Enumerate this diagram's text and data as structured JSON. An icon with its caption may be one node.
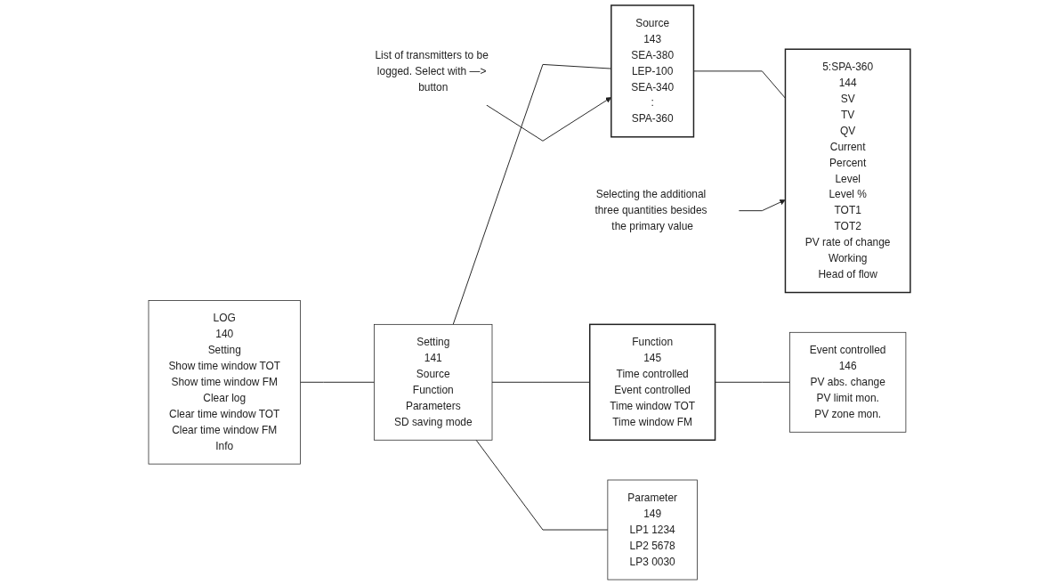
{
  "diagram": {
    "nodes": [
      {
        "text": [
          "LOG",
          "140",
          "Setting",
          "Show time window TOT",
          "Show time window FM",
          "Clear log",
          "Clear time window TOT",
          "Clear time window FM",
          "Info"
        ]
      },
      {
        "text": [
          "Setting",
          "141",
          "Source",
          "Function",
          "Parameters",
          "SD saving mode"
        ]
      },
      {
        "text": [
          "List of transmitters to be logged. Select with —> button"
        ]
      },
      {
        "text": [
          "Source",
          "143",
          "SEA-380",
          "LEP-100",
          "SEA-340",
          ":",
          "SPA-360"
        ]
      },
      {
        "text": [
          "Selecting the additional three quantities besides the primary value"
        ]
      },
      {
        "text": [
          "5:SPA-360",
          "144",
          "SV",
          "TV",
          "QV",
          "Current",
          "Percent",
          "Level",
          "Level %",
          "TOT1",
          "TOT2",
          "PV rate of change",
          "Working",
          "Head of flow"
        ]
      },
      {
        "text": [
          "Function",
          "145",
          "Time controlled",
          "Event controlled",
          "Time window TOT",
          "Time window FM"
        ]
      },
      {
        "text": [
          "Parameter",
          "149",
          "LP1 1234",
          "LP2 5678",
          "LP3 0030"
        ]
      },
      {
        "text": [
          "Event controlled",
          "146",
          "PV abs. change",
          "PV limit mon.",
          "PV zone mon."
        ]
      }
    ],
    "edges": [
      {
        "from": 0,
        "to": 1,
        "arrow": "none"
      },
      {
        "from": 1,
        "to": 3,
        "arrow": "none"
      },
      {
        "from": 1,
        "to": 6,
        "arrow": "none"
      },
      {
        "from": 1,
        "to": 7,
        "arrow": "none"
      },
      {
        "from": 2,
        "to": 3,
        "arrow": "to"
      },
      {
        "from": 3,
        "to": 5,
        "arrow": "none"
      },
      {
        "from": 4,
        "to": 5,
        "arrow": "to"
      },
      {
        "from": 6,
        "to": 8,
        "arrow": "none"
      }
    ]
  }
}
